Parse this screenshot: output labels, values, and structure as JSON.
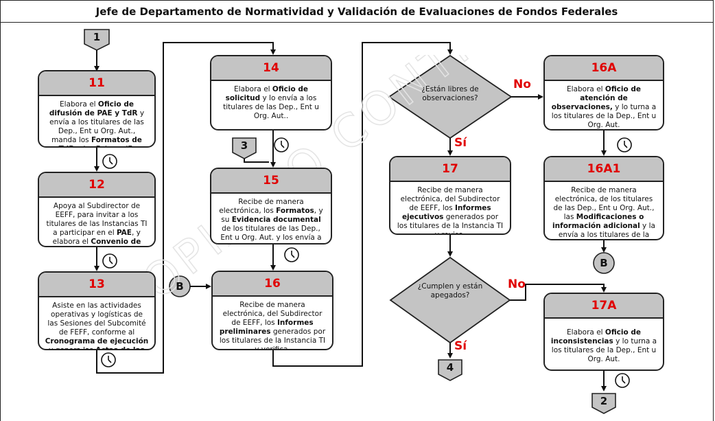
{
  "title": "Jefe de Departamento de Normatividad y Validación de Evaluaciones de Fondos Federales",
  "watermark": "COPIA NO CONTROLADA",
  "connectors": {
    "c1": "1",
    "c2": "2",
    "c3": "3",
    "c4": "4",
    "cB_left": "B",
    "cB_right": "B"
  },
  "steps": {
    "s11": {
      "number": "11",
      "text": "Elabora el <b>Oficio de difusión de PAE y TdR</b> y envía a los titulares de las Dep., Ent u Org. Aut., manda los <b>Formatos de TdR</b> a los Enlaces IE."
    },
    "s12": {
      "number": "12",
      "text": "Apoya al Subdirector de EEFF, para invitar a los titulares de las Instancias TI a participar en el <b>PAE</b>, y elabora el <b>Convenio de colaboración.</b>"
    },
    "s13": {
      "number": "13",
      "text": "Asiste en las actividades operativas y logísticas de las Sesiones del Subcomité de FEFF, conforme al <b>Cronograma de ejecución</b> y genera las <b>Actas de las sesiones.</b>"
    },
    "s14": {
      "number": "14",
      "text": "Elabora el <b>Oficio de solicitud</b> y lo envía a los titulares de las Dep., Ent u Org. Aut.."
    },
    "s15": {
      "number": "15",
      "text": "Recibe de manera electrónica, los <b>Formatos</b>, y su <b>Evidencia documental</b> de los titulares de las Dep., Ent u Org. Aut. y los envía a los titulares de la Instancia TI."
    },
    "s16": {
      "number": "16",
      "text": "Recibe de manera electrónica, del Subdirector de EEFF, los <b>Informes preliminares</b> generados por los titulares de la Instancia TI y verifica."
    },
    "s17": {
      "number": "17",
      "text": "Recibe de manera electrónica, del Subdirector de EEFF, los <b>Informes ejecutivos</b> generados por los titulares de la Instancia TI y revisa."
    },
    "s16A": {
      "number": "16A",
      "text": "Elabora el <b>Oficio de atención de observaciones,</b> y lo turna a los titulares de la Dep., Ent u Org. Aut."
    },
    "s16A1": {
      "number": "16A1",
      "text": "Recibe de manera electrónica, de los titulares de las Dep., Ent u Org. Aut., las <b>Modificaciones o información adicional</b> y la envía a los titulares de la Instancia TI."
    },
    "s17A": {
      "number": "17A",
      "text": "Elabora el <b>Oficio de inconsistencias</b> y lo turna a los titulares de la Dep., Ent u Org. Aut."
    }
  },
  "decisions": {
    "d1": {
      "text": "¿Están libres de observaciones?",
      "no": "No",
      "yes": "Sí"
    },
    "d2": {
      "text": "¿Cumplen y están apegados?",
      "no": "No",
      "yes": "Sí"
    }
  }
}
